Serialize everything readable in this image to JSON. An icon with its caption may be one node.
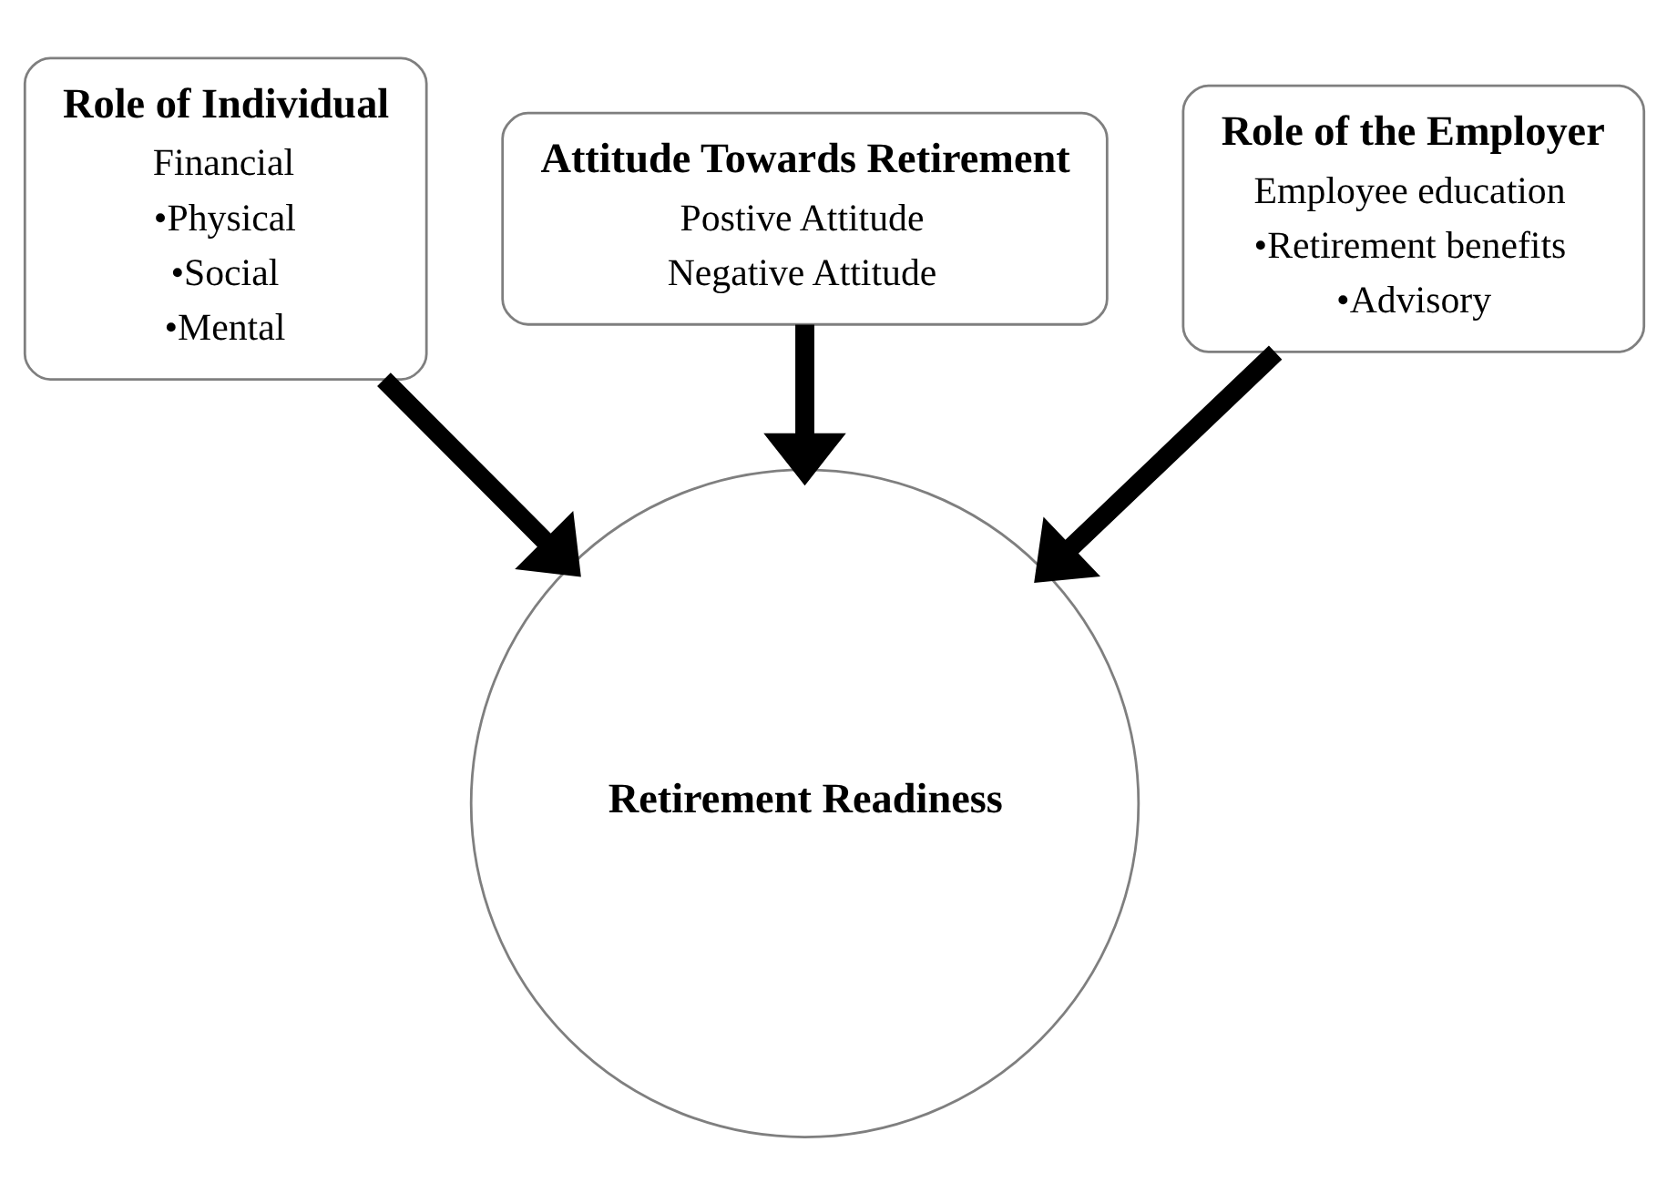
{
  "diagram": {
    "nodes": [
      {
        "text": [
          "Role of Individual",
          "Financial",
          "•Physical",
          "•Social",
          "•Mental"
        ]
      },
      {
        "text": [
          "Attitude Towards Retirement",
          "Postive Attitude",
          "Negative Attitude"
        ]
      },
      {
        "text": [
          "Role of the Employer",
          "Employee education",
          "•Retirement benefits",
          "•Advisory"
        ]
      },
      {
        "text": [
          "Retirement Readiness"
        ]
      }
    ],
    "edges": [
      {
        "from": 0,
        "to": 3,
        "arrow": "to"
      },
      {
        "from": 1,
        "to": 3,
        "arrow": "to"
      },
      {
        "from": 2,
        "to": 3,
        "arrow": "to"
      }
    ]
  }
}
